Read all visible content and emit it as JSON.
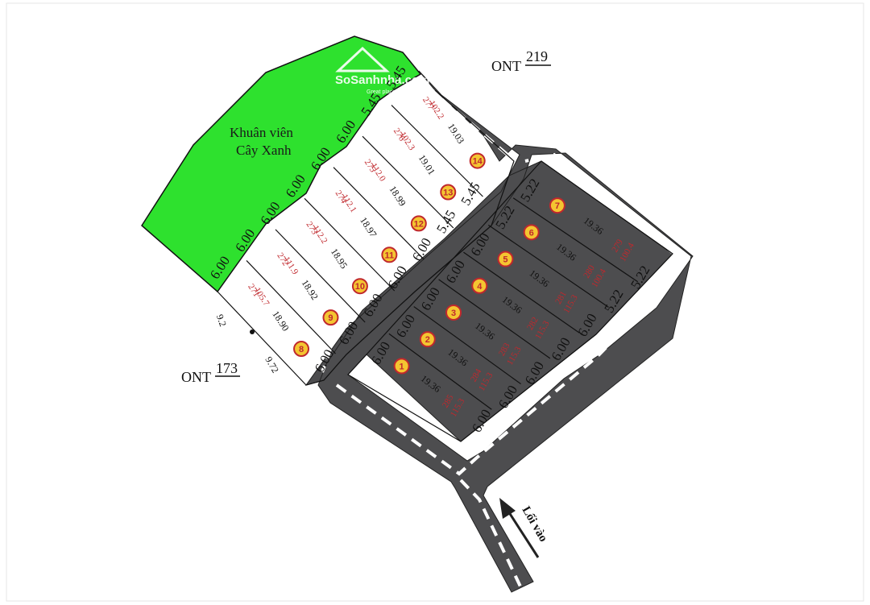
{
  "map": {
    "park_name_line1": "Khuân viên",
    "park_name_line2": "Cây Xanh",
    "ont_top_prefix": "ONT",
    "ont_top_number": "219",
    "ont_left_prefix": "ONT",
    "ont_left_number": "173",
    "entrance_label": "Lối vào",
    "logo_text": "SoSanhnha.com",
    "logo_tagline": "Great places for you",
    "side_dims": {
      "d1": "9.2",
      "d2": "9.72"
    }
  },
  "colors": {
    "green_area": "#2ee12e",
    "road": "#4d4d4f",
    "badge": "#f4c531",
    "lot_text": "#c0282d"
  },
  "upper_lots": [
    {
      "badge": "8",
      "parcel": "271",
      "area": "105.7",
      "length": "18.90"
    },
    {
      "badge": "9",
      "parcel": "272",
      "area": "111.9",
      "length": "18.92"
    },
    {
      "badge": "10",
      "parcel": "273",
      "area": "112.2",
      "length": "18.95"
    },
    {
      "badge": "11",
      "parcel": "274",
      "area": "112.1",
      "length": "18.97"
    },
    {
      "badge": "12",
      "parcel": "275",
      "area": "112.0",
      "length": "18.99"
    },
    {
      "badge": "13",
      "parcel": "276",
      "area": "102.3",
      "length": "19.01"
    },
    {
      "badge": "14",
      "parcel": "277",
      "area": "102.2",
      "length": "19.03"
    }
  ],
  "lower_lots": [
    {
      "badge": "1",
      "parcel": "285",
      "area": "115.3",
      "length": "19.36"
    },
    {
      "badge": "2",
      "parcel": "284",
      "area": "115.3",
      "length": "19.36"
    },
    {
      "badge": "3",
      "parcel": "283",
      "area": "115.3",
      "length": "19.36"
    },
    {
      "badge": "4",
      "parcel": "282",
      "area": "115.3",
      "length": "19.36"
    },
    {
      "badge": "5",
      "parcel": "281",
      "area": "115.3",
      "length": "19.36"
    },
    {
      "badge": "6",
      "parcel": "280",
      "area": "100.4",
      "length": "19.36"
    },
    {
      "badge": "7",
      "parcel": "279",
      "area": "100.4",
      "length": "19.36"
    }
  ],
  "upper_width_labels": [
    "6.00",
    "6.00",
    "6.00",
    "6.00",
    "6.00",
    "6.00",
    "5.45",
    "5.45"
  ],
  "upper_front_labels": [
    "6.00",
    "6.00",
    "6.00",
    "6.00",
    "6.00",
    "5.45",
    "5.45"
  ],
  "lower_top_labels": [
    "6.00",
    "6.00",
    "6.00",
    "6.00",
    "6.00",
    "5.22",
    "5.22"
  ],
  "lower_bottom_labels": [
    "6.00",
    "6.00",
    "6.00",
    "6.00",
    "6.00",
    "5.22",
    "5.22"
  ]
}
